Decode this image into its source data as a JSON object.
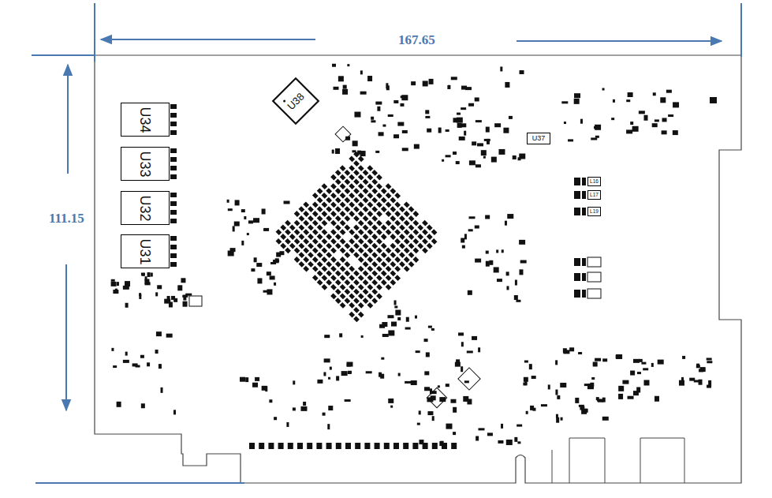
{
  "diagram": {
    "nodes": [
      {
        "text": [
          "U34"
        ]
      },
      {
        "text": [
          "U33"
        ]
      },
      {
        "text": [
          "U32"
        ]
      },
      {
        "text": [
          "U31"
        ]
      },
      {
        "text": [
          "U38"
        ]
      },
      {
        "text": [
          "U37"
        ]
      },
      {
        "text": [
          "L16"
        ]
      },
      {
        "text": [
          "L17"
        ]
      },
      {
        "text": [
          "L19"
        ]
      }
    ],
    "labels": [
      "167.65",
      "111.15"
    ]
  }
}
